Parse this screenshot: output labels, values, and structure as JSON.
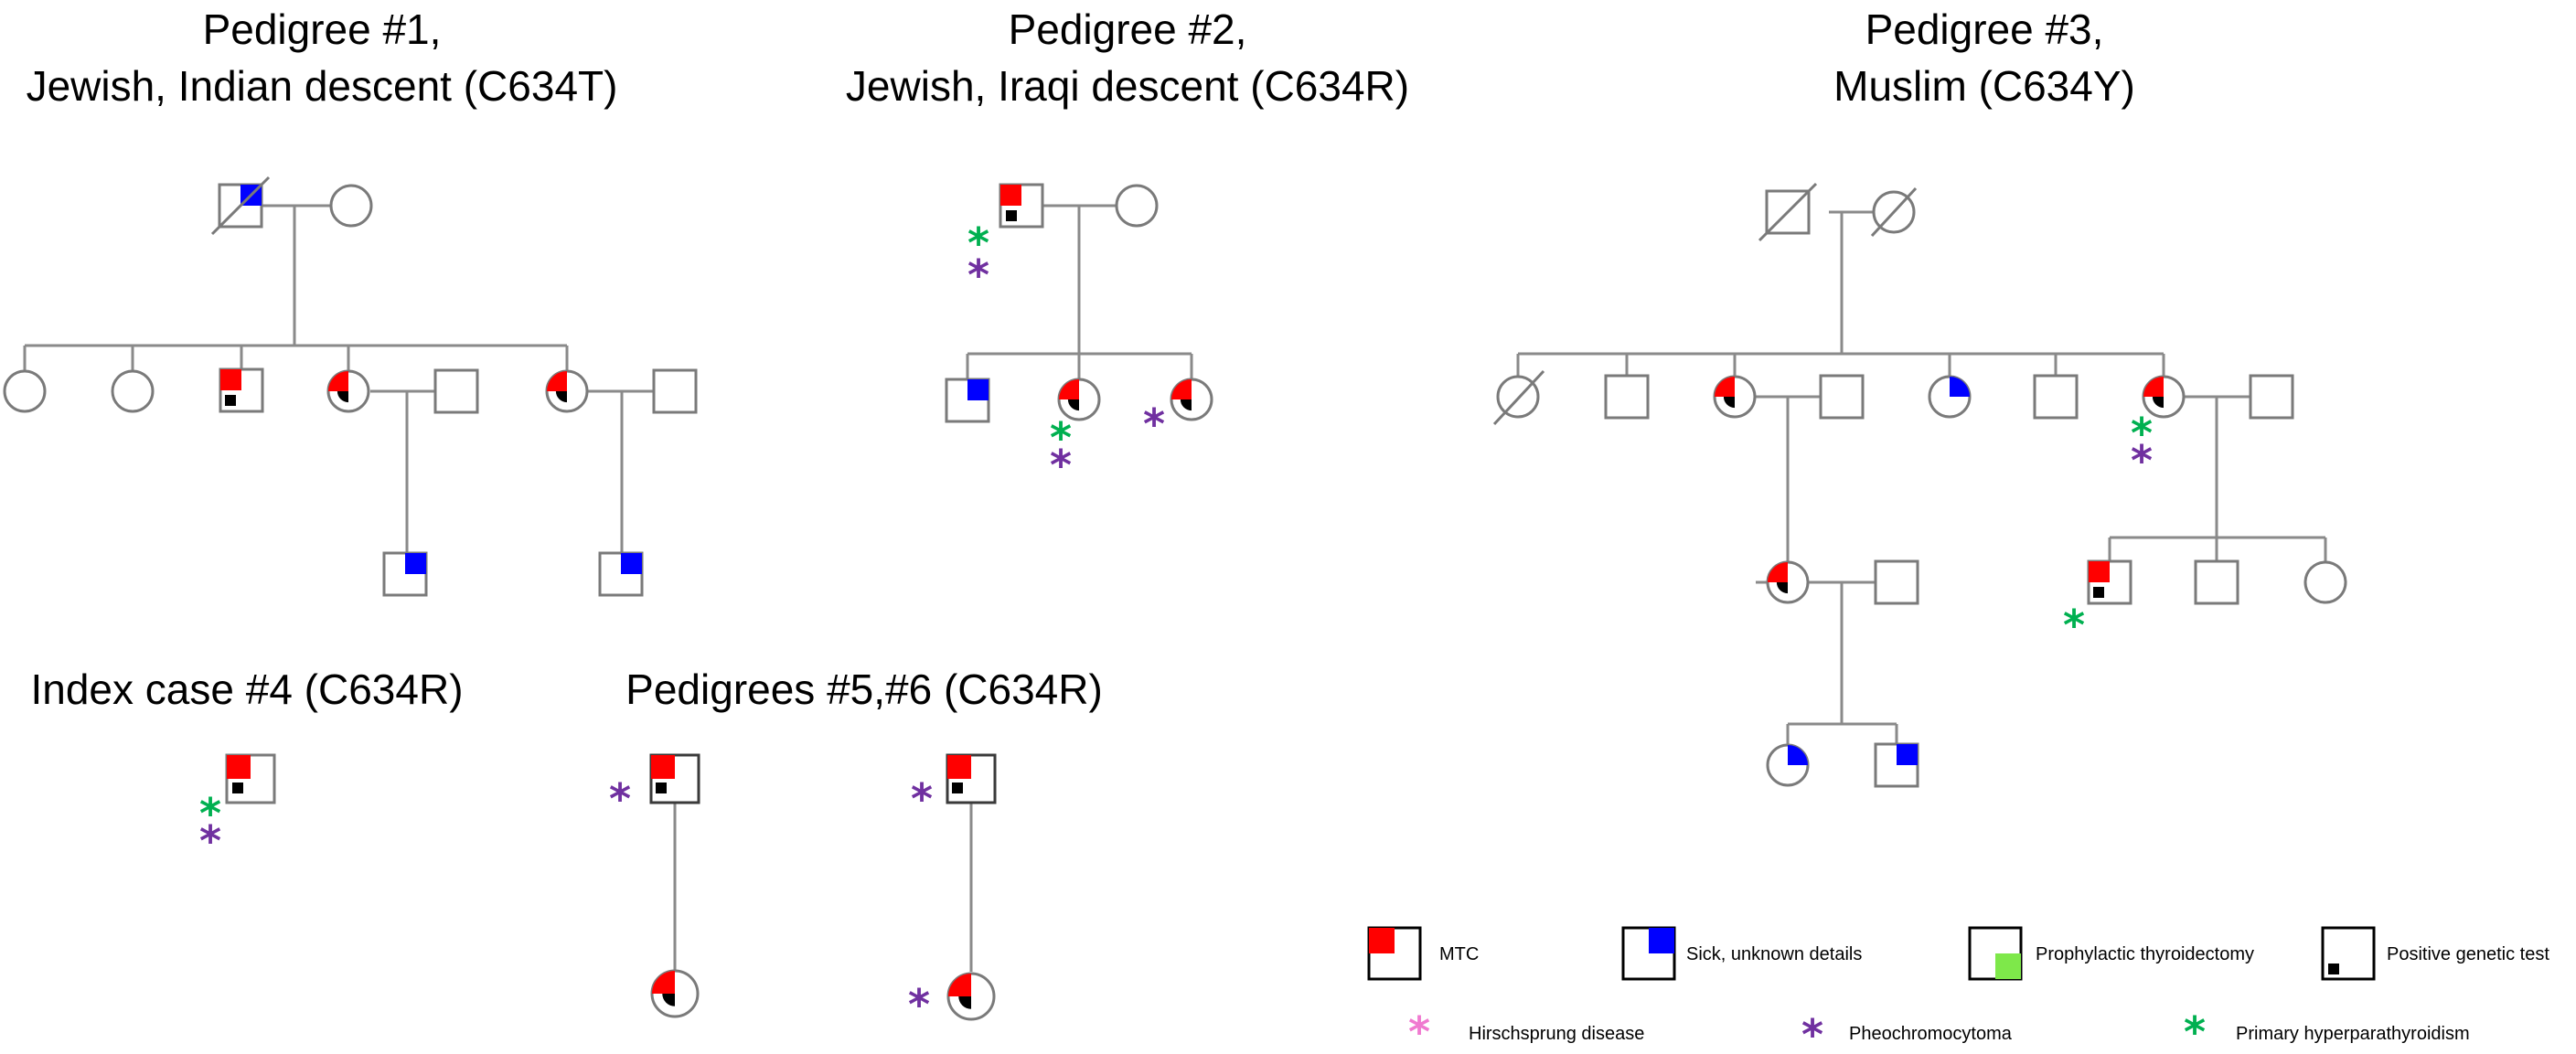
{
  "titles": {
    "p1_line1": "Pedigree #1,",
    "p1_line2": "Jewish, Indian descent (C634T)",
    "p2_line1": "Pedigree #2,",
    "p2_line2": "Jewish, Iraqi descent (C634R)",
    "p3_line1": "Pedigree #3,",
    "p3_line2": "Muslim (C634Y)",
    "p4": "Index case #4 (C634R)",
    "p56": "Pedigrees #5,#6 (C634R)"
  },
  "legend": {
    "mtc": "MTC",
    "sick": "Sick, unknown details",
    "prophylactic": "Prophylactic thyroidectomy",
    "genetic": "Positive genetic test",
    "hirschsprung": "Hirschsprung disease",
    "pheo": "Pheochromocytoma",
    "hyperpara": "Primary hyperparathyroidism"
  },
  "colors": {
    "mtc": "#ff0000",
    "sick": "#0000ff",
    "prophylactic": "#7ee84a",
    "genetic": "#000000",
    "hirschsprung": "#f07ad0",
    "pheochromocytoma": "#7030a0",
    "hyperparathyroidism": "#00b050"
  },
  "symbols": {
    "asterisk": "*"
  }
}
